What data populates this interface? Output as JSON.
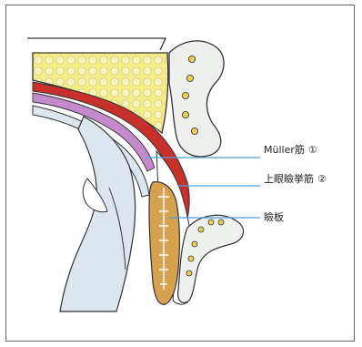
{
  "labels": {
    "muller": "Müller筋",
    "muller_num": "①",
    "levator": "上眼瞼挙筋",
    "levator_num": "②",
    "tarsus": "瞼板"
  },
  "colors": {
    "fat": "#f4eb8a",
    "fat_bubble": "#fbf5c6",
    "bone": "#eef0ee",
    "bone_spot": "#e8cf55",
    "levator": "#c8302c",
    "muller": "#c58acb",
    "sclera": "#dde6ef",
    "tarsus": "#d7a24f",
    "skin": "#ffffff",
    "leader": "#4d9fd8",
    "outline": "#333333"
  }
}
